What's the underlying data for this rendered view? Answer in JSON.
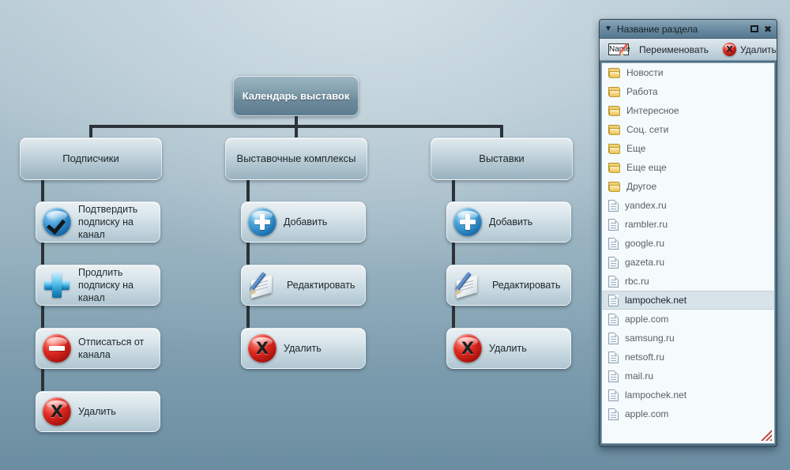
{
  "tree": {
    "root": {
      "label": "Календарь выставок"
    },
    "branches": [
      {
        "label": "Подписчики",
        "items": [
          {
            "label": "Подтвердить подписку на канал",
            "icon": "check-circle-icon"
          },
          {
            "label": "Продлить подписку на канал",
            "icon": "plus-icon"
          },
          {
            "label": "Отписаться от канала",
            "icon": "minus-circle-icon"
          },
          {
            "label": "Удалить",
            "icon": "delete-x-circle-icon"
          }
        ]
      },
      {
        "label": "Выставочные комплексы",
        "items": [
          {
            "label": "Добавить",
            "icon": "plus-circle-icon"
          },
          {
            "label": "Редактировать",
            "icon": "pencil-edit-icon"
          },
          {
            "label": "Удалить",
            "icon": "delete-x-circle-icon"
          }
        ]
      },
      {
        "label": "Выставки",
        "items": [
          {
            "label": "Добавить",
            "icon": "plus-circle-icon"
          },
          {
            "label": "Редактировать",
            "icon": "pencil-edit-icon"
          },
          {
            "label": "Удалить",
            "icon": "delete-x-circle-icon"
          }
        ]
      }
    ]
  },
  "panel": {
    "title": "Название раздела",
    "collapse_caret": "▼",
    "maximize_label": "",
    "close_label": "✖",
    "toolbar": {
      "rename_label": "Переименовать",
      "rename_box_text": "Name",
      "delete_label": "Удалить",
      "delete_x": "X"
    },
    "list": [
      {
        "label": "Новости",
        "type": "folder",
        "selected": false
      },
      {
        "label": "Работа",
        "type": "folder",
        "selected": false
      },
      {
        "label": "Интересное",
        "type": "folder",
        "selected": false
      },
      {
        "label": "Соц. сети",
        "type": "folder",
        "selected": false
      },
      {
        "label": "Еще",
        "type": "folder",
        "selected": false
      },
      {
        "label": "Еще еще",
        "type": "folder",
        "selected": false
      },
      {
        "label": "Другое",
        "type": "folder",
        "selected": false
      },
      {
        "label": "yandex.ru",
        "type": "document",
        "selected": false
      },
      {
        "label": "rambler.ru",
        "type": "document",
        "selected": false
      },
      {
        "label": "google.ru",
        "type": "document",
        "selected": false
      },
      {
        "label": "gazeta.ru",
        "type": "document",
        "selected": false
      },
      {
        "label": "rbc.ru",
        "type": "document",
        "selected": false
      },
      {
        "label": "lampochek.net",
        "type": "document",
        "selected": true
      },
      {
        "label": "apple.com",
        "type": "document",
        "selected": false
      },
      {
        "label": "samsung.ru",
        "type": "document",
        "selected": false
      },
      {
        "label": "netsoft.ru",
        "type": "document",
        "selected": false
      },
      {
        "label": "mail.ru",
        "type": "document",
        "selected": false
      },
      {
        "label": "lampochek.net",
        "type": "document",
        "selected": false
      },
      {
        "label": "apple.com",
        "type": "document",
        "selected": false
      }
    ]
  },
  "colors": {
    "background_top": "#c2d3dc",
    "background_bottom": "#6b8da1",
    "connector": "#2b3338",
    "node_root_text": "#ffffff",
    "node_text": "#1d2529",
    "selection": "#d7e2e9",
    "accent_red": "#e02a20",
    "accent_blue": "#1a6fae",
    "folder_yellow": "#f2d37c"
  }
}
